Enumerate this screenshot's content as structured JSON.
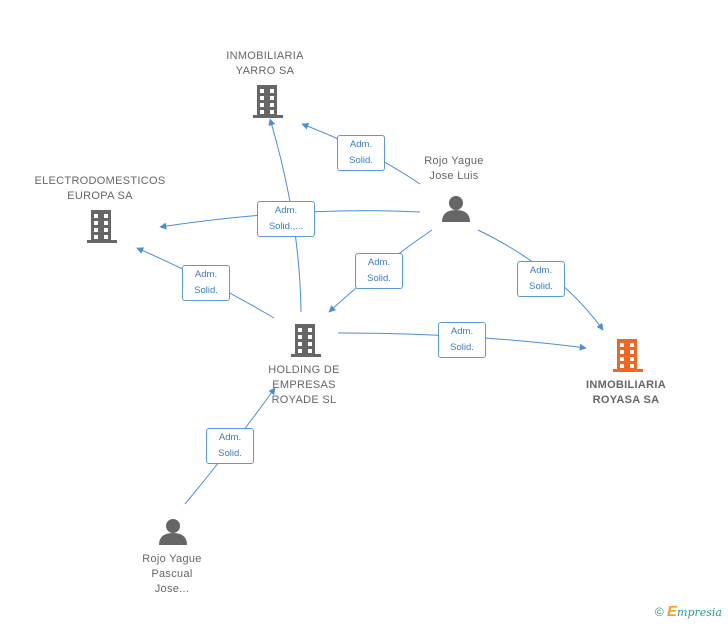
{
  "nodes": {
    "yarro": {
      "lines": [
        "INMOBILIARIA",
        "YARRO SA"
      ],
      "kind": "company",
      "color": "#666666"
    },
    "electro": {
      "lines": [
        "ELECTRODOMESTICOS",
        "EUROPA SA"
      ],
      "kind": "company",
      "color": "#666666"
    },
    "holding": {
      "lines": [
        "HOLDING DE",
        "EMPRESAS",
        "ROYADE SL"
      ],
      "kind": "company",
      "color": "#666666"
    },
    "royasa": {
      "lines": [
        "INMOBILIARIA",
        "ROYASA SA"
      ],
      "kind": "company",
      "color": "#f26522"
    },
    "jose_luis": {
      "lines": [
        "Rojo Yague",
        "Jose Luis"
      ],
      "kind": "person",
      "color": "#666666"
    },
    "pascual": {
      "lines": [
        "Rojo Yague",
        "Pascual",
        "Jose..."
      ],
      "kind": "person",
      "color": "#666666"
    }
  },
  "edges": {
    "e1": {
      "lines": [
        "Adm.",
        "Solid."
      ]
    },
    "e2": {
      "lines": [
        "Adm.",
        "Solid.,..."
      ]
    },
    "e3": {
      "lines": [
        "Adm.",
        "Solid."
      ]
    },
    "e4": {
      "lines": [
        "Adm.",
        "Solid."
      ]
    },
    "e5": {
      "lines": [
        "Adm.",
        "Solid."
      ]
    },
    "e6": {
      "lines": [
        "Adm.",
        "Solid."
      ]
    },
    "e7": {
      "lines": [
        "Adm.",
        "Solid."
      ]
    }
  },
  "colors": {
    "edge": "#4a8fd6",
    "edge_text": "#3a7dc4",
    "icon": "#666666",
    "focus": "#f26522"
  },
  "footer": {
    "copyright": "©",
    "brand_first": "E",
    "brand_rest": "mpresia"
  }
}
